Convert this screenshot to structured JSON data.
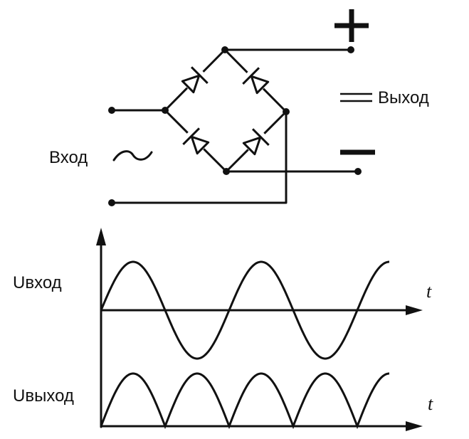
{
  "circuit": {
    "input_label": "Вход",
    "output_label": "Выход",
    "plus_sign": "+",
    "minus_sign": "−",
    "ac_symbol": "tilde-icon",
    "dc_symbol": "equals-icon"
  },
  "graphs": {
    "input_voltage_label": "Uвход",
    "output_voltage_label": "Uвыход",
    "time_label_top": "t",
    "time_label_bottom": "t",
    "input_wave": "sine",
    "output_wave": "full-wave-rectified sine",
    "periods_shown": 2.25
  },
  "colors": {
    "ink": "#111111",
    "background": "#ffffff"
  }
}
